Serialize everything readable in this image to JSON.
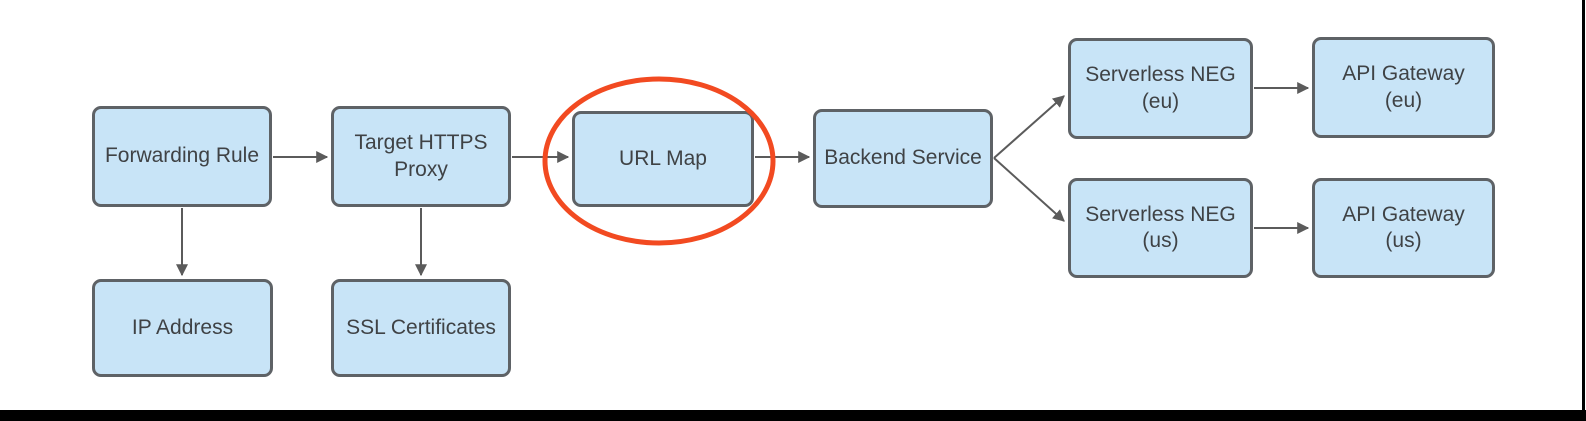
{
  "colors": {
    "node_fill": "#c8e4f7",
    "node_border": "#5e6266",
    "arrow": "#5b5b5b",
    "text": "#3f4245",
    "highlight": "#f24a21",
    "frame": "#000000"
  },
  "nodes": {
    "forwarding_rule": {
      "label": "Forwarding Rule"
    },
    "ip_address": {
      "label": "IP Address"
    },
    "target_https_proxy": {
      "label": "Target HTTPS\nProxy"
    },
    "ssl_certificates": {
      "label": "SSL Certificates"
    },
    "url_map": {
      "label": "URL Map"
    },
    "backend_service": {
      "label": "Backend Service"
    },
    "serverless_neg_eu": {
      "label": "Serverless NEG\n(eu)"
    },
    "api_gateway_eu": {
      "label": "API Gateway\n(eu)"
    },
    "serverless_neg_us": {
      "label": "Serverless NEG\n(us)"
    },
    "api_gateway_us": {
      "label": "API Gateway\n(us)"
    }
  },
  "edges": [
    {
      "from": "Forwarding Rule",
      "to": "Target HTTPS Proxy"
    },
    {
      "from": "Forwarding Rule",
      "to": "IP Address"
    },
    {
      "from": "Target HTTPS Proxy",
      "to": "URL Map"
    },
    {
      "from": "Target HTTPS Proxy",
      "to": "SSL Certificates"
    },
    {
      "from": "URL Map",
      "to": "Backend Service"
    },
    {
      "from": "Backend Service",
      "to": "Serverless NEG (eu)"
    },
    {
      "from": "Backend Service",
      "to": "Serverless NEG (us)"
    },
    {
      "from": "Serverless NEG (eu)",
      "to": "API Gateway (eu)"
    },
    {
      "from": "Serverless NEG (us)",
      "to": "API Gateway (us)"
    }
  ],
  "annotations": [
    {
      "type": "ellipse-highlight",
      "target": "URL Map"
    }
  ]
}
